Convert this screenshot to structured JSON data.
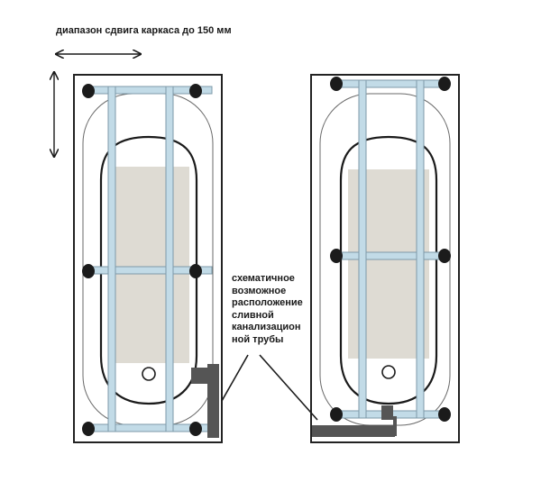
{
  "caption_shift_range": "диапазон сдвига каркаса до 150 мм",
  "note_lines": [
    "схематичное",
    "возможное",
    "расположение",
    "сливной",
    "канализацион",
    "ной трубы"
  ],
  "colors": {
    "frame": "#c2dbe7",
    "frame_edge": "#7d9aa8",
    "tub_inner": "#dedbd3",
    "tub_outline": "#222222",
    "pipe": "#555555",
    "foot": "#1b1b1b",
    "text": "#1a1a1a"
  },
  "icons": {
    "horizontal_arrow": "double-arrow-horizontal-icon",
    "vertical_arrow": "double-arrow-vertical-icon",
    "support_foot": "support-foot-icon",
    "drain": "drain-hole-icon"
  }
}
